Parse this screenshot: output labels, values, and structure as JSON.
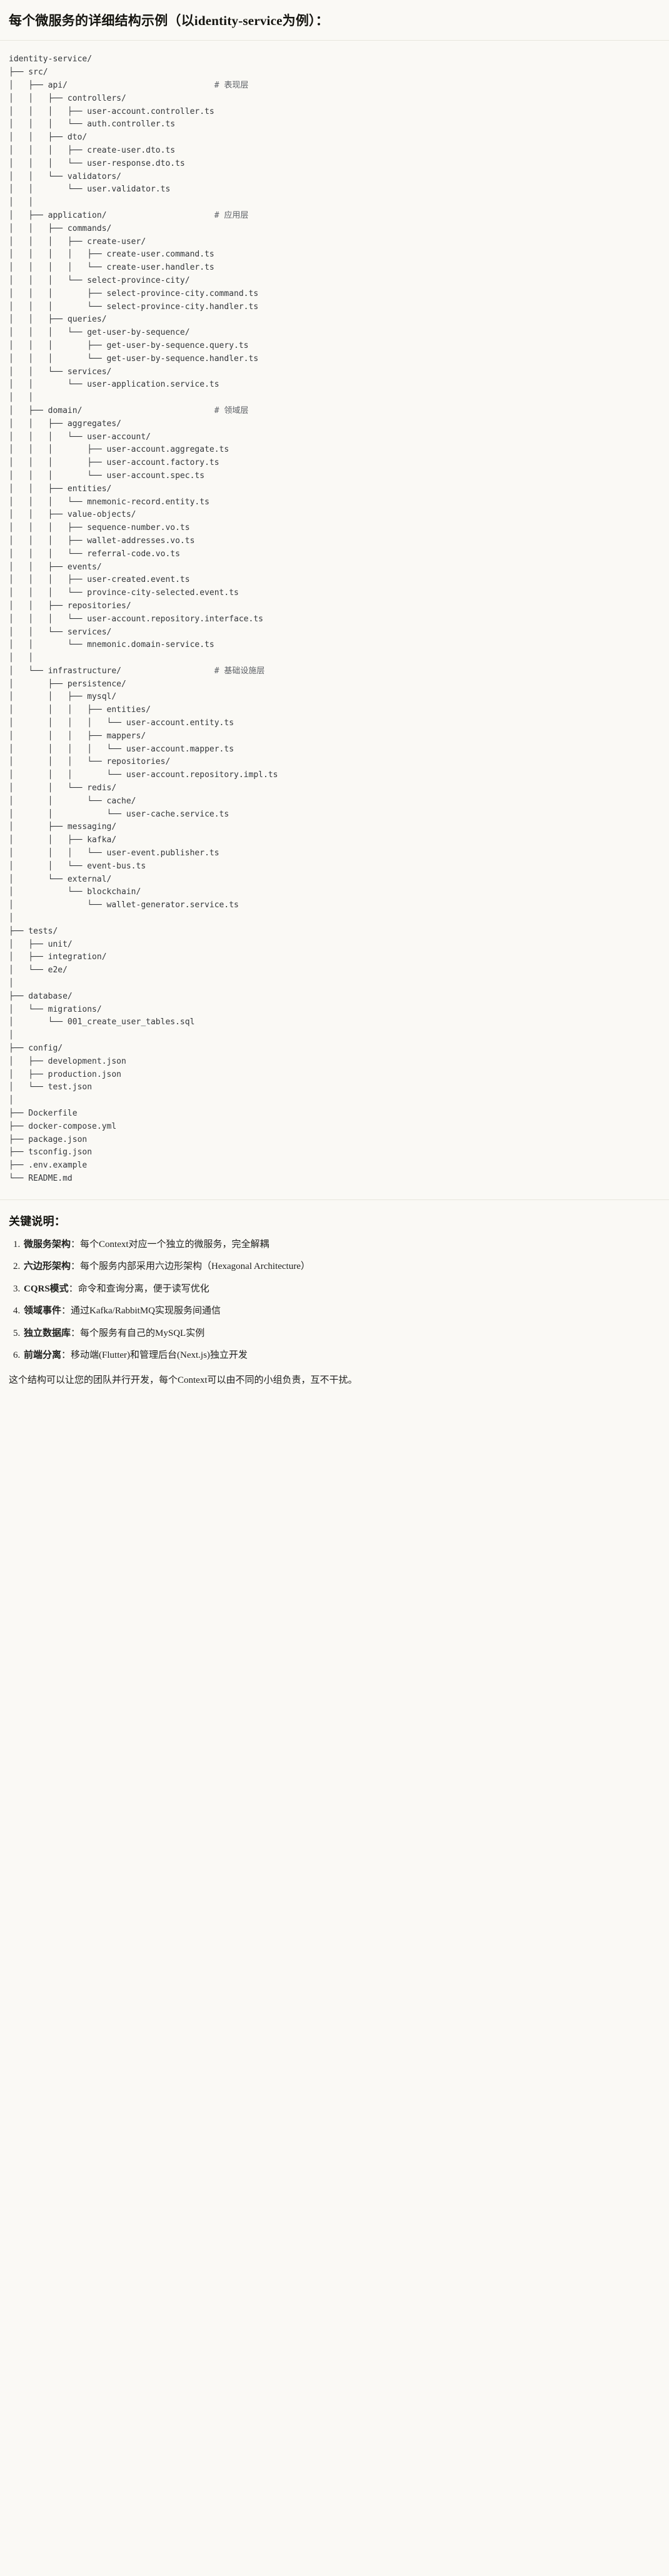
{
  "title": {
    "text": "每个微服务的详细结构示例（以identity-service为例）："
  },
  "tree": {
    "root": "identity-service/",
    "comment_column": 48,
    "comments": {
      "api": "# 表现层",
      "application": "# 应用层",
      "domain": "# 领域层",
      "infrastructure": "# 基础设施层"
    },
    "lines": [
      "identity-service/",
      "├── src/",
      "│   ├── api/                              # 表现层",
      "│   │   ├── controllers/",
      "│   │   │   ├── user-account.controller.ts",
      "│   │   │   └── auth.controller.ts",
      "│   │   ├── dto/",
      "│   │   │   ├── create-user.dto.ts",
      "│   │   │   └── user-response.dto.ts",
      "│   │   └── validators/",
      "│   │       └── user.validator.ts",
      "│   │",
      "│   ├── application/                      # 应用层",
      "│   │   ├── commands/",
      "│   │   │   ├── create-user/",
      "│   │   │   │   ├── create-user.command.ts",
      "│   │   │   │   └── create-user.handler.ts",
      "│   │   │   └── select-province-city/",
      "│   │   │       ├── select-province-city.command.ts",
      "│   │   │       └── select-province-city.handler.ts",
      "│   │   ├── queries/",
      "│   │   │   └── get-user-by-sequence/",
      "│   │   │       ├── get-user-by-sequence.query.ts",
      "│   │   │       └── get-user-by-sequence.handler.ts",
      "│   │   └── services/",
      "│   │       └── user-application.service.ts",
      "│   │",
      "│   ├── domain/                           # 领域层",
      "│   │   ├── aggregates/",
      "│   │   │   └── user-account/",
      "│   │   │       ├── user-account.aggregate.ts",
      "│   │   │       ├── user-account.factory.ts",
      "│   │   │       └── user-account.spec.ts",
      "│   │   ├── entities/",
      "│   │   │   └── mnemonic-record.entity.ts",
      "│   │   ├── value-objects/",
      "│   │   │   ├── sequence-number.vo.ts",
      "│   │   │   ├── wallet-addresses.vo.ts",
      "│   │   │   └── referral-code.vo.ts",
      "│   │   ├── events/",
      "│   │   │   ├── user-created.event.ts",
      "│   │   │   └── province-city-selected.event.ts",
      "│   │   ├── repositories/",
      "│   │   │   └── user-account.repository.interface.ts",
      "│   │   └── services/",
      "│   │       └── mnemonic.domain-service.ts",
      "│   │",
      "│   └── infrastructure/                   # 基础设施层",
      "│       ├── persistence/",
      "│       │   ├── mysql/",
      "│       │   │   ├── entities/",
      "│       │   │   │   └── user-account.entity.ts",
      "│       │   │   ├── mappers/",
      "│       │   │   │   └── user-account.mapper.ts",
      "│       │   │   └── repositories/",
      "│       │   │       └── user-account.repository.impl.ts",
      "│       │   └── redis/",
      "│       │       └── cache/",
      "│       │           └── user-cache.service.ts",
      "│       ├── messaging/",
      "│       │   ├── kafka/",
      "│       │   │   └── user-event.publisher.ts",
      "│       │   └── event-bus.ts",
      "│       └── external/",
      "│           └── blockchain/",
      "│               └── wallet-generator.service.ts",
      "│",
      "├── tests/",
      "│   ├── unit/",
      "│   ├── integration/",
      "│   └── e2e/",
      "│",
      "├── database/",
      "│   └── migrations/",
      "│       └── 001_create_user_tables.sql",
      "│",
      "├── config/",
      "│   ├── development.json",
      "│   ├── production.json",
      "│   └── test.json",
      "│",
      "├── Dockerfile",
      "├── docker-compose.yml",
      "├── package.json",
      "├── tsconfig.json",
      "├── .env.example",
      "└── README.md"
    ]
  },
  "notes": {
    "heading": "关键说明：",
    "items": [
      {
        "term": "微服务架构",
        "desc": "：每个Context对应一个独立的微服务，完全解耦"
      },
      {
        "term": "六边形架构",
        "desc": "：每个服务内部采用六边形架构（Hexagonal Architecture）"
      },
      {
        "term": "CQRS模式",
        "desc": "：命令和查询分离，便于读写优化"
      },
      {
        "term": "领域事件",
        "desc": "：通过Kafka/RabbitMQ实现服务间通信"
      },
      {
        "term": "独立数据库",
        "desc": "：每个服务有自己的MySQL实例"
      },
      {
        "term": "前端分离",
        "desc": "：移动端(Flutter)和管理后台(Next.js)独立开发"
      }
    ],
    "footer": "这个结构可以让您的团队并行开发，每个Context可以由不同的小组负责，互不干扰。"
  },
  "colors": {
    "background": "#faf9f5",
    "text": "#1f1f1d",
    "code_text": "#33363a",
    "comment_text": "#5d6166",
    "divider": "#e8e6dd"
  }
}
